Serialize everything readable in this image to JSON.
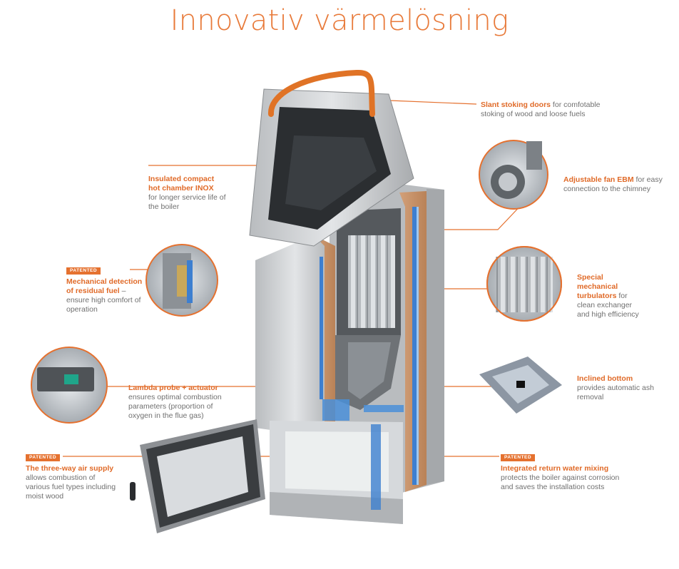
{
  "title": "Innovativ värmelösning",
  "accent_color": "#e5712f",
  "callouts": {
    "slant": {
      "heading": "Slant stoking doors",
      "text": " for comfotable stoking of wood and loose fuels"
    },
    "fan": {
      "heading": "Adjustable fan EBM",
      "text": " for easy connection to the chimney"
    },
    "turbulators": {
      "heading": "Special mechanical turbulators",
      "text": " for clean exchanger and high efficiency"
    },
    "inclined": {
      "heading": "Inclined bottom",
      "text": " provides automatic ash removal"
    },
    "return_water": {
      "badge": "PATENTED",
      "heading": "Integrated return water mixing",
      "text": "protects the boiler against corrosion and saves the installation costs"
    },
    "insulated": {
      "heading": "Insulated compact hot chamber INOX",
      "text": "for longer service life of the boiler"
    },
    "mechanical": {
      "badge": "PATENTED",
      "heading": "Mechanical detection of residual fuel",
      "text": " – ensure high comfort of operation"
    },
    "lambda": {
      "heading": "Lambda probe + actuator",
      "text": "ensures optimal combustion parameters (proportion of oxygen in the flue gas)"
    },
    "three_way": {
      "badge": "PATENTED",
      "heading": "The three-way air supply",
      "text": "allows combustion of various fuel types including moist wood"
    }
  }
}
